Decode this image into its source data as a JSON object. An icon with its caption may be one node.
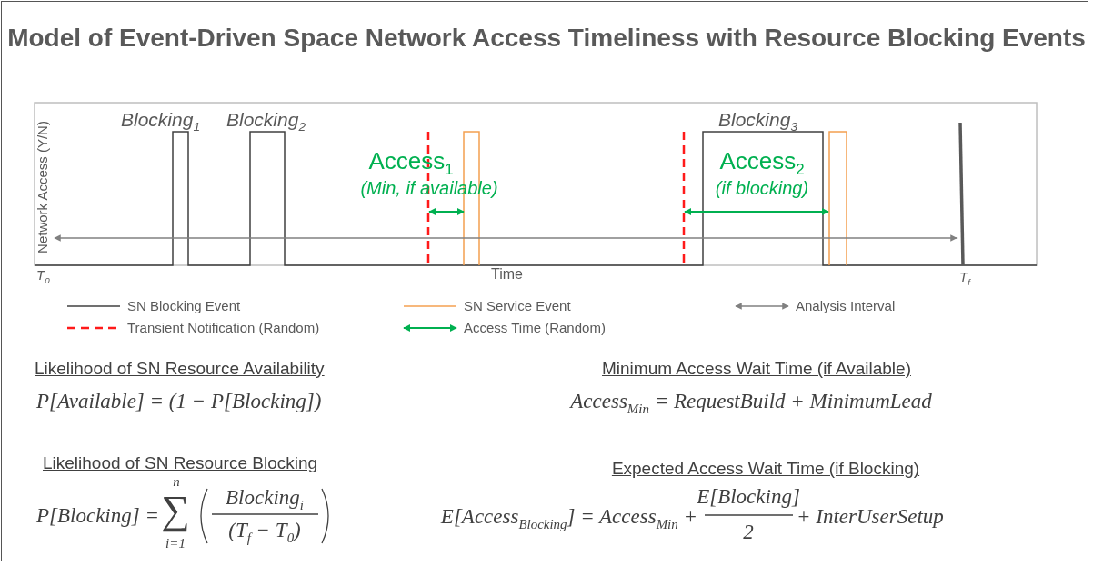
{
  "diagram": {
    "title": "Model of Event-Driven Space Network Access Timeliness with Resource Blocking Events",
    "labels": [
      "Blocking$_{1}$",
      "Blocking$_{2}$",
      "Access$_{1}$",
      "(Min, if available)",
      "Blocking$_{3}$",
      "Access$_{2}$",
      "(if blocking)",
      "Network Access (Y/N)",
      "T$_{0}$",
      "Time",
      "T$_{f}$",
      "Likelihood of SN Resource Availability",
      "P[Available] =  (1 − P[Blocking])",
      "Minimum Access Wait Time (if Available)",
      "Access$_{Min}$ = RequestBuild + MinimumLead",
      "Likelihood of SN Resource Blocking",
      "P[Blocking] =",
      "∑",
      "n",
      "i=1",
      "Blocking$_{i}$",
      "(T$_{f}$ − T$_{0}$)",
      "Expected Access Wait Time (if Blocking)",
      "E[Access$_{Blocking}$] = Access$_{Min}$ +",
      "E[Blocking]",
      "2",
      "+ InterUserSetup"
    ],
    "legend": [
      {
        "text": "SN Blocking Event"
      },
      {
        "text": "SN Service Event"
      },
      {
        "text": "Analysis Interval"
      },
      {
        "text": "Transient Notification (Random)"
      },
      {
        "text": "Access Time (Random)"
      }
    ]
  }
}
